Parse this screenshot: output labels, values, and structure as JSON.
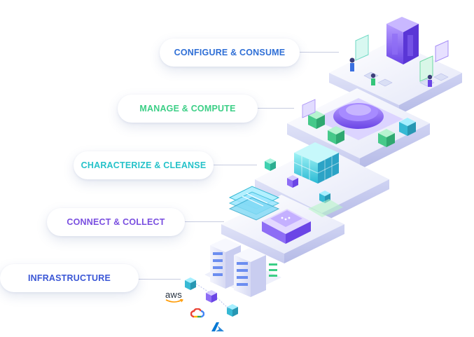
{
  "layers": [
    {
      "label": "CONFIGURE & CONSUME",
      "color": "#2f6fd6"
    },
    {
      "label": "MANAGE & COMPUTE",
      "color": "#3ccf86"
    },
    {
      "label": "CHARACTERIZE & CLEANSE",
      "color": "#25c2c9"
    },
    {
      "label": "CONNECT & COLLECT",
      "color": "#7a4fe0"
    },
    {
      "label": "INFRASTRUCTURE",
      "color": "#3b57d6"
    }
  ],
  "providers": {
    "aws": "aws",
    "google_cloud_icon": "google-cloud-icon",
    "azure_icon": "azure-icon"
  },
  "colors": {
    "platform_top": "#eef0fb",
    "platform_side": "#c9cdf0",
    "accent_purple": "#7b5cf0",
    "accent_teal": "#36d4e0",
    "accent_green": "#3ccf86"
  }
}
